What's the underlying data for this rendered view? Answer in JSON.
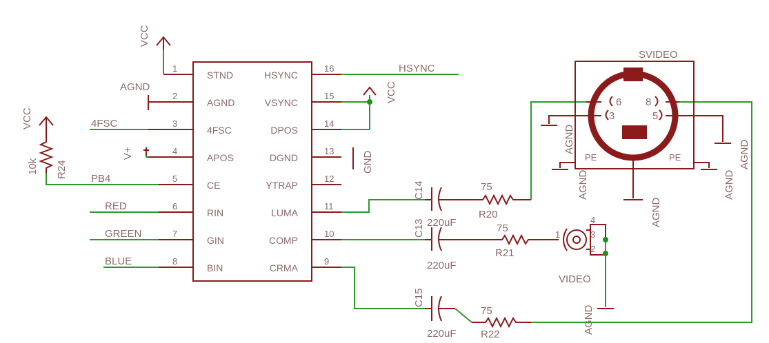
{
  "corner_text": "",
  "ic": {
    "left_pins": [
      {
        "num": "1",
        "name": "STND"
      },
      {
        "num": "2",
        "name": "AGND"
      },
      {
        "num": "3",
        "name": "4FSC"
      },
      {
        "num": "4",
        "name": "APOS"
      },
      {
        "num": "5",
        "name": "CE"
      },
      {
        "num": "6",
        "name": "RIN"
      },
      {
        "num": "7",
        "name": "GIN"
      },
      {
        "num": "8",
        "name": "BIN"
      }
    ],
    "right_pins": [
      {
        "num": "16",
        "name": "HSYNC"
      },
      {
        "num": "15",
        "name": "VSYNC"
      },
      {
        "num": "14",
        "name": "DPOS"
      },
      {
        "num": "13",
        "name": "DGND"
      },
      {
        "num": "12",
        "name": "YTRAP"
      },
      {
        "num": "11",
        "name": "LUMA"
      },
      {
        "num": "10",
        "name": "COMP"
      },
      {
        "num": "9",
        "name": "CRMA"
      }
    ]
  },
  "nets": {
    "vcc_top": "VCC",
    "vcc_right": "VCC",
    "vcc_left": "VCC",
    "agnd_pin2": "AGND",
    "gnd_pin13": "GND",
    "v_plus": "V+",
    "fsc": "4FSC",
    "pb4": "PB4",
    "red": "RED",
    "green": "GREEN",
    "blue": "BLUE",
    "hsync": "HSYNC",
    "agnd_svideo_left": "AGND",
    "agnd_svideo_pe_left": "AGND",
    "agnd_svideo_bottom": "AGND",
    "agnd_svideo_pe_right": "AGND",
    "agnd_svideo_right": "AGND",
    "agnd_video": "AGND"
  },
  "resistors": {
    "r24": {
      "name": "R24",
      "value": "10k"
    },
    "r20": {
      "name": "R20",
      "value": "75"
    },
    "r21": {
      "name": "R21",
      "value": "75"
    },
    "r22": {
      "name": "R22",
      "value": "75"
    }
  },
  "capacitors": {
    "c14": {
      "name": "C14",
      "value": "220uF"
    },
    "c13": {
      "name": "C13",
      "value": "220uF"
    },
    "c15": {
      "name": "C15",
      "value": "220uF"
    }
  },
  "svideo": {
    "title": "SVIDEO",
    "pins": [
      "6",
      "3",
      "8",
      "5"
    ],
    "pe_left": "PE",
    "pe_right": "PE"
  },
  "video": {
    "title": "VIDEO",
    "pins": [
      "1",
      "2",
      "3",
      "4"
    ]
  },
  "colors": {
    "part": "#8b1a1a",
    "wire": "#2a9a2a",
    "label": "#8c6a6a",
    "junction": "#1f8f1f"
  }
}
